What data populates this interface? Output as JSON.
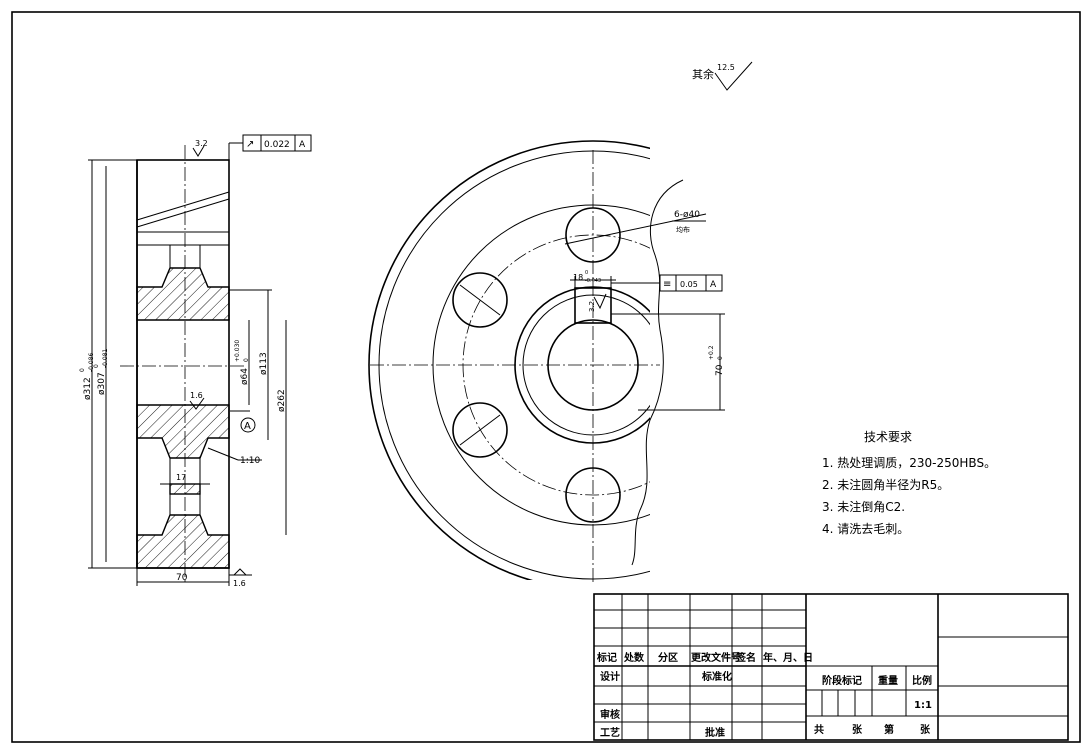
{
  "drawing": {
    "roughness_note": {
      "label": "其余",
      "value": "12.5"
    },
    "side_view": {
      "roughness_top": "3.2",
      "tolerance_frame": {
        "value": "0.022",
        "datum": "A"
      },
      "dim_outer": "ø312",
      "dim_outer_tol": [
        "0",
        "-0.086"
      ],
      "dim_tip": "ø307",
      "dim_tip_tol": [
        "0",
        "-0.081"
      ],
      "dim_bore": "ø64",
      "dim_bore_tol": [
        "+0.030",
        "0"
      ],
      "dim_hub": "ø113",
      "dim_rim": "ø262",
      "roughness_bore": "1.6",
      "datum_label": "A",
      "taper": "1:10",
      "web_width": "17",
      "face_width": "70",
      "roughness_face": "1.6"
    },
    "front_view": {
      "holes_label": "6-ø40",
      "holes_note": "均布",
      "keyway_width": "18",
      "keyway_tol": [
        "0",
        "-0.043"
      ],
      "roughness_key": "3.2",
      "symmetry_frame": {
        "value": "0.05",
        "datum": "A"
      },
      "keyway_depth": "70",
      "keyway_depth_tol": [
        "+0.2",
        "0"
      ]
    }
  },
  "requirements": {
    "title": "技术要求",
    "items": [
      "1. 热处理调质，230-250HBS。",
      "2. 未注圆角半径为R5。",
      "3. 未注倒角C2.",
      "4. 请洗去毛刺。"
    ]
  },
  "title_block": {
    "headers": [
      "标记",
      "处数",
      "分区",
      "更改文件号",
      "签名",
      "年、月、日"
    ],
    "design": "设计",
    "standardize": "标准化",
    "review": "审核",
    "process": "工艺",
    "approve": "批准",
    "stage_mark": "阶段标记",
    "weight": "重量",
    "scale_label": "比例",
    "scale_value": "1:1",
    "sheets": [
      "共",
      "张",
      "第",
      "张"
    ]
  }
}
